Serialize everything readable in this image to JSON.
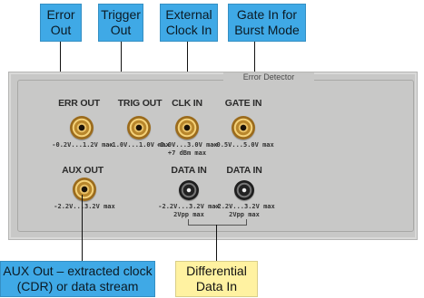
{
  "callouts": {
    "error_out": "Error\nOut",
    "trigger_out": "Trigger\nOut",
    "external_clock_in": "External\nClock In",
    "gate_in": "Gate In for\nBurst Mode",
    "aux_out": "AUX Out – extracted clock\n(CDR) or data stream",
    "differential_data_in": "Differential\nData In"
  },
  "panel": {
    "title": "Error Detector",
    "ports": [
      {
        "label": "ERR OUT",
        "spec": "-0.2V...1.2V max"
      },
      {
        "label": "TRIG OUT",
        "spec": "-1.0V...1.0V max"
      },
      {
        "label": "CLK IN",
        "spec": "-3.0V...3.0V max",
        "spec2": "+7 dBm max"
      },
      {
        "label": "GATE IN",
        "spec": "-0.5V...5.0V max"
      },
      {
        "label": "AUX OUT",
        "spec": "-2.2V...3.2V max"
      },
      {
        "label": "DATA IN",
        "spec": "-2.2V...3.2V max",
        "spec2": "2Vpp max"
      },
      {
        "label": "DATA IN",
        "spec": "-2.2V...3.2V max",
        "spec2": "2Vpp max"
      }
    ]
  },
  "colors": {
    "callout_blue": "#3fa9e6",
    "callout_yellow": "#fff2a1",
    "panel": "#c8c8c7"
  }
}
